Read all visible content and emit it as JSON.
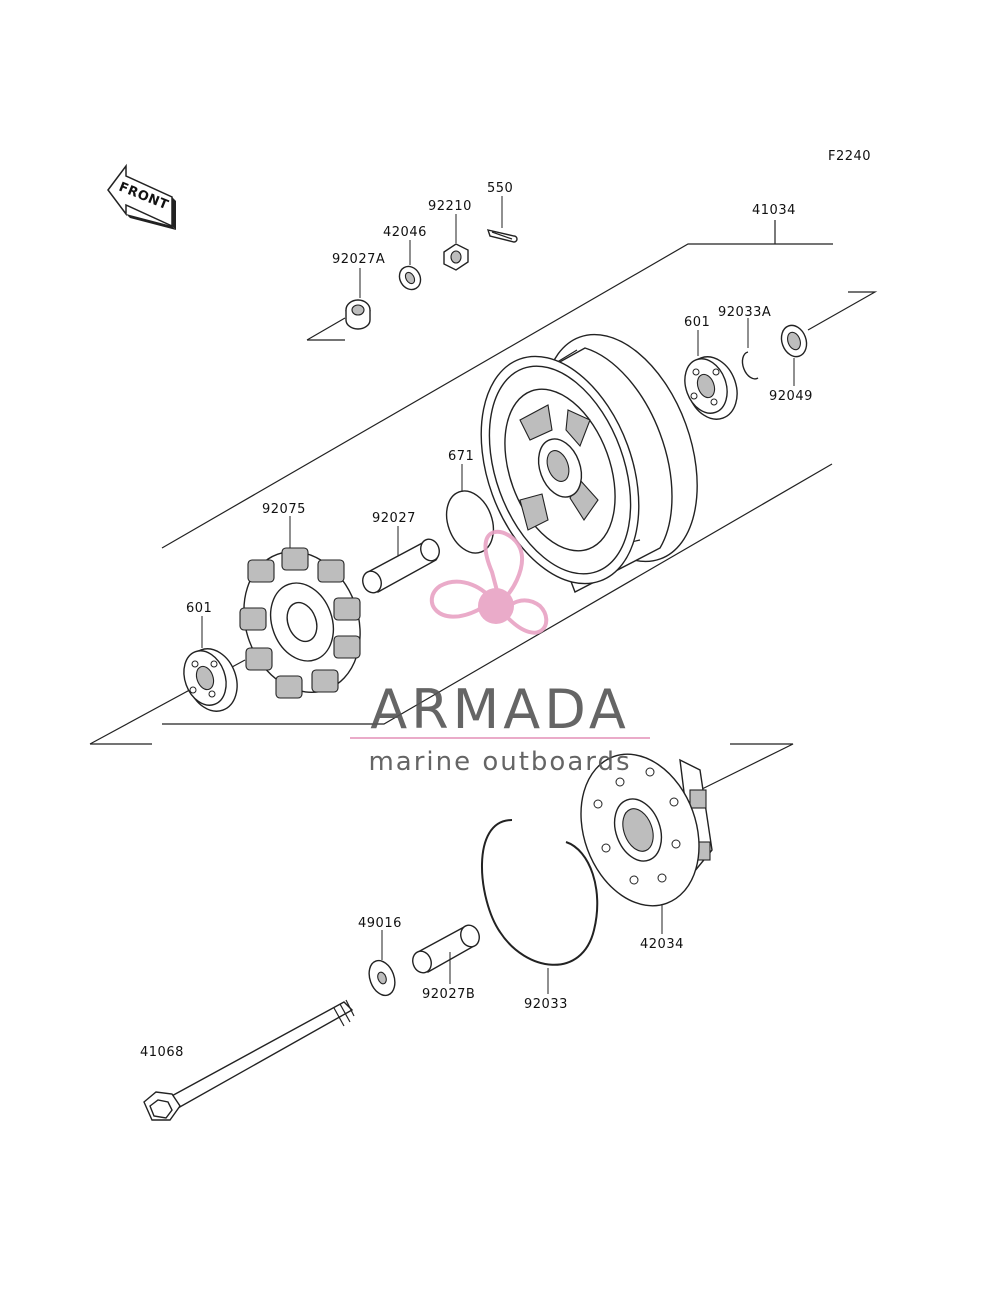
{
  "figure_code": "F2240",
  "front_label": "FRONT",
  "parts": [
    {
      "id": "p550",
      "number": "550"
    },
    {
      "id": "p92210",
      "number": "92210"
    },
    {
      "id": "p42046",
      "number": "42046"
    },
    {
      "id": "p92027A",
      "number": "92027A"
    },
    {
      "id": "p41034",
      "number": "41034"
    },
    {
      "id": "p601a",
      "number": "601"
    },
    {
      "id": "p92033A",
      "number": "92033A"
    },
    {
      "id": "p92049",
      "number": "92049"
    },
    {
      "id": "p671",
      "number": "671"
    },
    {
      "id": "p92075",
      "number": "92075"
    },
    {
      "id": "p92027",
      "number": "92027"
    },
    {
      "id": "p601b",
      "number": "601"
    },
    {
      "id": "p49016",
      "number": "49016"
    },
    {
      "id": "p92027B",
      "number": "92027B"
    },
    {
      "id": "p92033",
      "number": "92033"
    },
    {
      "id": "p42034",
      "number": "42034"
    },
    {
      "id": "p41068",
      "number": "41068"
    }
  ],
  "watermark": {
    "brand": "ARMADA",
    "tagline": "marine outboards",
    "color": "#e8a2c4"
  }
}
